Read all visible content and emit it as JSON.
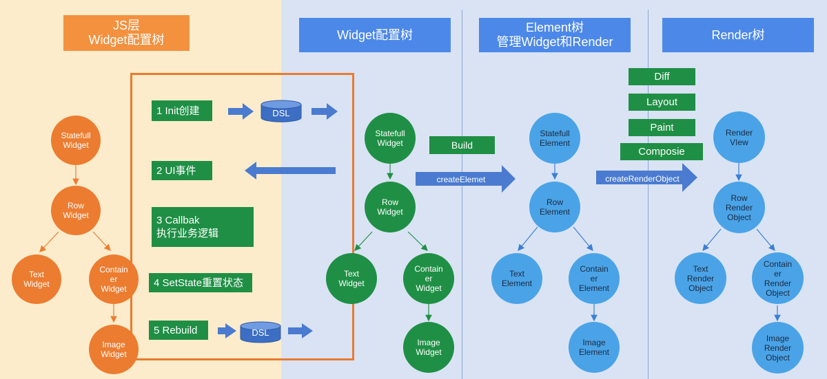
{
  "headers": {
    "js": "JS层\nWidget配置树",
    "widget": "Widget配置树",
    "element": "Element树\n管理Widget和Render",
    "render": "Render树"
  },
  "js_tree": {
    "statefull": "Statefull\nWidget",
    "row": "Row\nWidget",
    "text": "Text\nWidget",
    "container": "Contain\ner\nWidget",
    "image": "Image\nWidget"
  },
  "steps": {
    "init": "1 Init创建",
    "ui_event": "2 UI事件",
    "callback": "3 Callbak\n执行业务逻辑",
    "setstate": "4 SetState重置状态",
    "rebuild": "5 Rebuild"
  },
  "dsl": {
    "top": "DSL",
    "bottom": "DSL"
  },
  "widget_tree": {
    "statefull": "Statefull\nWidget",
    "row": "Row\nWidget",
    "text": "Text\nWidget",
    "container": "Contain\ner\nWidget",
    "image": "Image\nWidget"
  },
  "build": "Build",
  "create_element": "createElemet",
  "element_tree": {
    "statefull": "Statefull\nElement",
    "row": "Row\nElement",
    "text": "Text\nElement",
    "container": "Contain\ner\nElement",
    "image": "Image\nElement"
  },
  "render_phases": [
    "Diff",
    "Layout",
    "Paint",
    "Composie"
  ],
  "create_render": "createRenderObject",
  "render_tree": {
    "view": "Render\nVIew",
    "row": "Row\nRender\nObject",
    "text": "Text\nRender\nObject",
    "container": "Contain\ner\nRender\nObject",
    "image": "Image\nRender\nObject"
  },
  "colors": {
    "orange": "#ec7c30",
    "green": "#1f8f45",
    "light_blue": "#4aa3e6",
    "header_blue": "#4c88e8",
    "arrow_blue": "#4a7bd0"
  }
}
